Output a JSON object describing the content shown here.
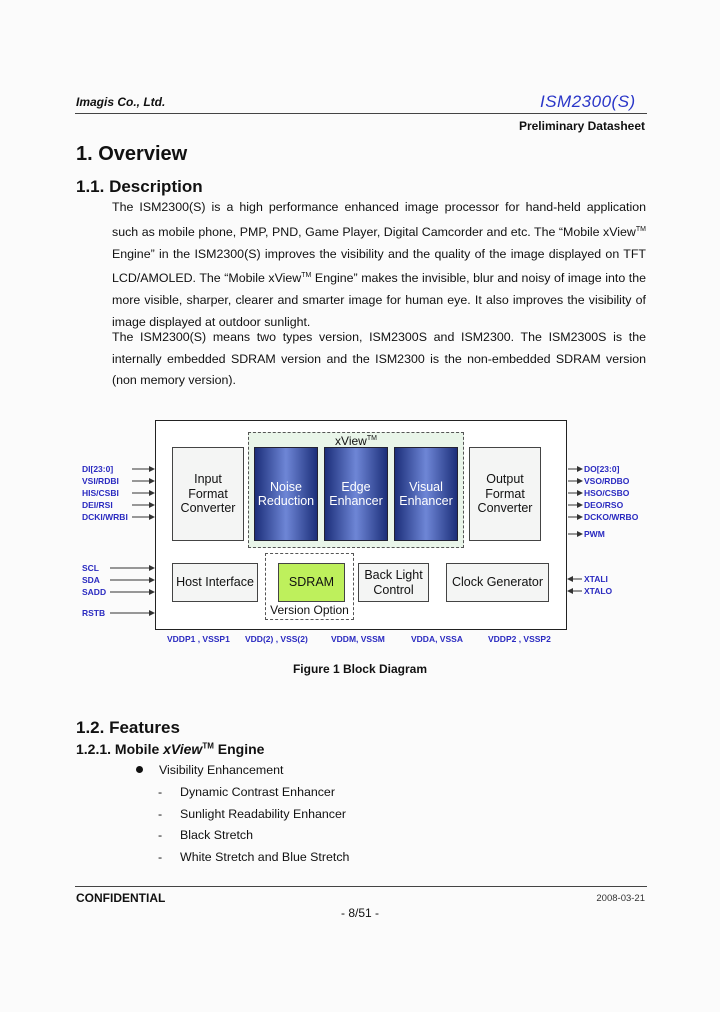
{
  "header": {
    "company": "Imagis Co., Ltd.",
    "product": "ISM2300(S)",
    "doc_type": "Preliminary Datasheet"
  },
  "section1": {
    "title": "1. Overview"
  },
  "description": {
    "title": "1.1. Description",
    "para1_a": "The ISM2300(S) is a high performance enhanced image processor for hand-held application such as mobile phone, PMP, PND, Game Player, Digital Camcorder and etc. The “Mobile xView",
    "tm": "TM",
    "para1_b": " Engine” in the ISM2300(S) improves the visibility and the quality of the image displayed on TFT LCD/AMOLED. The “Mobile xView",
    "para1_c": " Engine” makes the invisible, blur and noisy of image into the more visible, sharper, clearer and smarter image for human eye. It also improves the visibility of image displayed at outdoor sunlight.",
    "para2": "The ISM2300(S) means two types version, ISM2300S and ISM2300. The ISM2300S is the internally embedded SDRAM version and the ISM2300 is the non-embedded SDRAM version (non memory version)."
  },
  "diagram": {
    "xview_label": "xView",
    "xview_tm": "TM",
    "input": "Input Format Converter",
    "noise": "Noise Reduction",
    "edge": "Edge Enhancer",
    "visual": "Visual Enhancer",
    "output": "Output Format Converter",
    "host": "Host Interface",
    "sdram": "SDRAM",
    "version": "Version Option",
    "backlight": "Back Light Control",
    "clock": "Clock Generator",
    "left_signals": [
      "DI[23:0]",
      "VSI/RDBI",
      "HIS/CSBI",
      "DEI/RSI",
      "DCKI/WRBI"
    ],
    "left_signals2": [
      "SCL",
      "SDA",
      "SADD"
    ],
    "rstb": "RSTB",
    "right_signals": [
      "DO[23:0]",
      "VSO/RDBO",
      "HSO/CSBO",
      "DEO/RSO",
      "DCKO/WRBO"
    ],
    "pwm": "PWM",
    "xtal": [
      "XTALI",
      "XTALO"
    ],
    "power": [
      "VDDP1 , VSSP1",
      "VDD(2) , VSS(2)",
      "VDDM, VSSM",
      "VDDA, VSSA",
      "VDDP2 , VSSP2"
    ],
    "caption": "Figure 1 Block Diagram"
  },
  "features": {
    "title": "1.2. Features",
    "sub_title_a": "1.2.1. Mobile ",
    "sub_title_b": "xView",
    "sub_title_tm": "TM",
    "sub_title_c": " Engine",
    "bullet": "Visibility Enhancement",
    "items": [
      "Dynamic Contrast Enhancer",
      "Sunlight Readability Enhancer",
      "Black Stretch",
      "White Stretch and Blue Stretch"
    ],
    "dash": "-"
  },
  "footer": {
    "confidential": "CONFIDENTIAL",
    "date": "2008-03-21",
    "page": "- 8/51 -"
  },
  "colors": {
    "accent": "#2a36c8",
    "signal": "#2a2ac0",
    "sdram": "#bef05c",
    "engine": "#2b3f8f"
  }
}
